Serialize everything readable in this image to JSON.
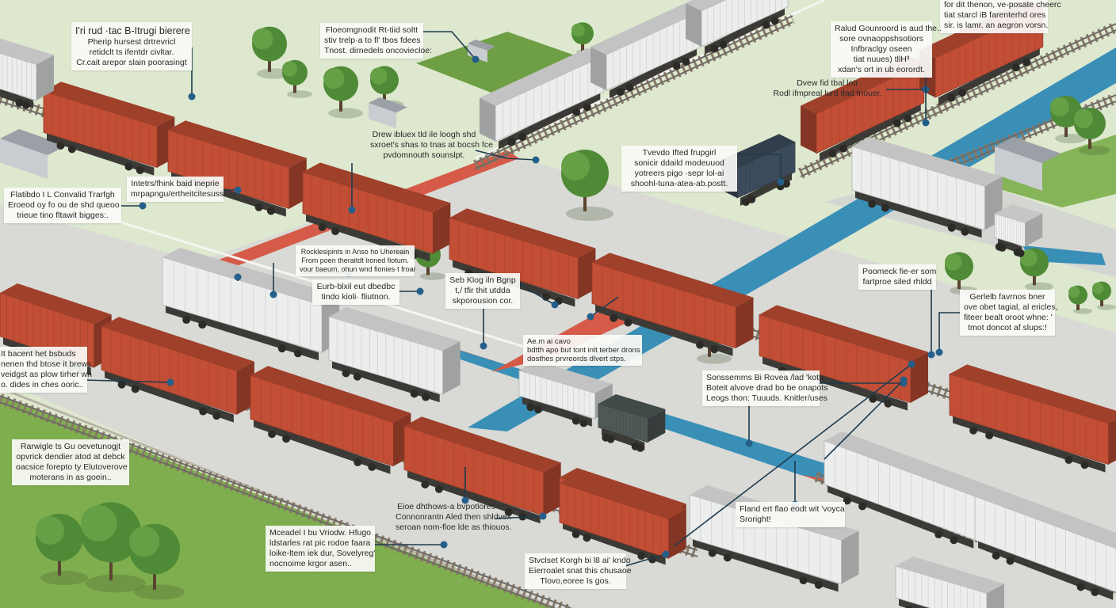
{
  "palette": {
    "ground": "#dde8cf",
    "grass": "#7fae4e",
    "road": "#d9dad6",
    "red_lane": "#d65a48",
    "blue_lane": "#3a8fb7",
    "container_red": "#c24e35",
    "container_white": "#eceeed",
    "leader": "#1f3b4d",
    "dot": "#245f8a"
  },
  "labels": [
    {
      "id": "l1",
      "lines": [
        "I'ri rud ·tac B-Itrugi bierere",
        "Pherip hursest drtrevricl",
        "retidclt ts ifentdr civltar.",
        "Cr.cait arepor slain poorasingt"
      ]
    },
    {
      "id": "l2",
      "lines": [
        "Floeomgnodit Rt-tiid soltt",
        "stiv trelp·a to fl' tbos fdees",
        "Tnost. dirnedels oncoviecloe:"
      ]
    },
    {
      "id": "l3",
      "lines": [
        "for dit thenon, ve-posate cheerc",
        "tiat starcl iB farenterhd ores",
        "sir. is lamr. an aegron vorsn."
      ]
    },
    {
      "id": "l4",
      "lines": [
        "Ralud Gounroord is aud the..",
        "sore ovnaoppshsotiors",
        "Infbraclgy oseen",
        "tiat nuues) tllH³",
        "xdan's ort in ub eorordt."
      ]
    },
    {
      "id": "l5",
      "lines": [
        "Dvew fid tbal lotr",
        "Rodl ifmpreal lurd tlad tnouer."
      ]
    },
    {
      "id": "l6",
      "lines": [
        "Drew ibluex tld ile loogh shd",
        "sxroet's shas to tnas at bocsh fce",
        "pvdomnouth sounslpt."
      ]
    },
    {
      "id": "l7",
      "lines": [
        "Tvevdo Ifted frupgirl",
        "sonicir ddaild modeuuod",
        "yotreers pigo ·sepr lol-ai",
        "shoohl-tuna-atea-ab.postt."
      ]
    },
    {
      "id": "l8",
      "lines": [
        "Intetrs/fhink baid ineprie",
        "mrpapngu/ertheitcitesuss"
      ]
    },
    {
      "id": "l9",
      "lines": [
        "Flatibdo I L Convalid Trarfgh",
        "Eroeod oy fo ou de shd queoo",
        "trieue tino fltawit bigges:."
      ]
    },
    {
      "id": "l10",
      "lines": [
        "Rocklesipints in Anso ho Uhereain",
        "From poen theraitdt lroned fiotum.",
        "vour baeum, ohun wnd fionies·t froar"
      ]
    },
    {
      "id": "l11",
      "lines": [
        "Eurb-blxil eut dbedbc",
        "tindo kioli· fliutnon."
      ]
    },
    {
      "id": "l12",
      "lines": [
        "Seb Klog iln Bgnp",
        "t,/ tfir thit utdda",
        "skporousion cor."
      ]
    },
    {
      "id": "l13",
      "lines": [
        "Ae.m ai cavo",
        "bdtth apo but tont inlt terber drons",
        "dosthes prvreords dlvert stps."
      ]
    },
    {
      "id": "l14",
      "lines": [
        "It bacent het bsbuds",
        "nenen thd btose it brews.",
        "veidgst as plow tirher wh",
        "o. dides in ches ooric.."
      ]
    },
    {
      "id": "l15",
      "lines": [
        "Poomeck fie-er som",
        "fartproe siled rhldd"
      ]
    },
    {
      "id": "l16",
      "lines": [
        "Gerlelb favrnos bner",
        "ove obet tagial, al ericles,",
        "fiteer bealt oroot whne: '",
        "tmot doncot af slups:!"
      ]
    },
    {
      "id": "l17",
      "lines": [
        "Sonssemms Bi Rovea /lad 'kotu",
        "Boteit alvove drad bo be onapots",
        "Leogs thon: Tuuuds. Knitler/uses"
      ]
    },
    {
      "id": "l18",
      "lines": [
        "Rarwigle ts Gu oevetunogjt",
        "opvrick dendier atod at debck",
        "oacsice forepto ty Elutoverove",
        "moterans in as goein.."
      ]
    },
    {
      "id": "l19",
      "lines": [
        "Eioe dhthows-a bvpotlores",
        "Connonrantn Aled then shldvex",
        "seroan nom-floe lde as thiouos."
      ]
    },
    {
      "id": "l20",
      "lines": [
        "Fland ert flao eodt wit 'voyca",
        "Sroright!"
      ]
    },
    {
      "id": "l21",
      "lines": [
        "Mceadel I bu Vriodw. Hfugo",
        "ldstarles rat pic rodoe faara",
        "loike-ltem iek dur, Sovelyreg'",
        "nocnoime krgor asen.."
      ]
    },
    {
      "id": "l22",
      "lines": [
        "Stvclset Korgh bi l8 ai' kndo",
        "Eierroalet snat this chusaoe",
        "Tlovo,eoree Is gos."
      ]
    }
  ]
}
